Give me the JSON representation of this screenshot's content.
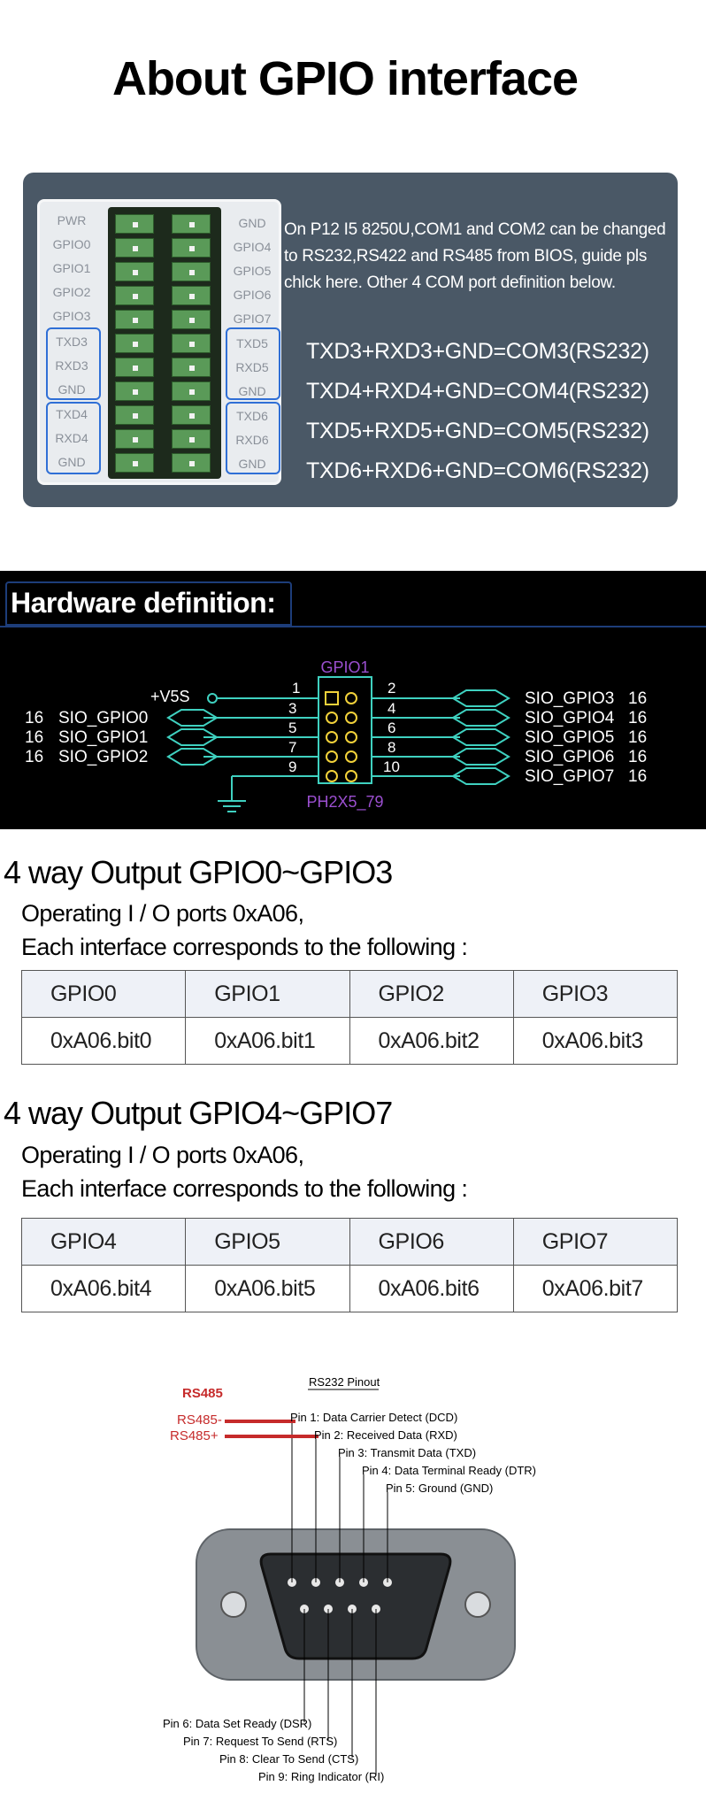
{
  "title": "About GPIO interface",
  "panel": {
    "left_labels": [
      "PWR",
      "GPIO0",
      "GPIO1",
      "GPIO2",
      "GPIO3",
      "TXD3",
      "RXD3",
      "GND",
      "TXD4",
      "RXD4",
      "GND"
    ],
    "right_labels": [
      "GND",
      "GPIO4",
      "GPIO5",
      "GPIO6",
      "GPIO7",
      "TXD5",
      "RXD5",
      "GND",
      "TXD6",
      "RXD6",
      "GND"
    ],
    "description": "On P12 I5 8250U,COM1 and COM2 can be changed to RS232,RS422 and RS485 from BIOS, guide pls chlck here. Other 4 COM port definition below.",
    "com_lines": [
      "TXD3+RXD3+GND=COM3(RS232)",
      "TXD4+RXD4+GND=COM4(RS232)",
      "TXD5+RXD5+GND=COM5(RS232)",
      "TXD6+RXD6+GND=COM6(RS232)"
    ]
  },
  "hardware": {
    "title": "Hardware definition:",
    "connector_top": "GPIO1",
    "connector_bottom": "PH2X5_79",
    "v5s": "+V5S",
    "left_pins": [
      "1",
      "3",
      "5",
      "7",
      "9"
    ],
    "right_pins": [
      "2",
      "4",
      "6",
      "8",
      "10"
    ],
    "left_signals": [
      {
        "num": "16",
        "name": "SIO_GPIO0"
      },
      {
        "num": "16",
        "name": "SIO_GPIO1"
      },
      {
        "num": "16",
        "name": "SIO_GPIO2"
      }
    ],
    "right_signals": [
      {
        "name": "SIO_GPIO3",
        "num": "16"
      },
      {
        "name": "SIO_GPIO4",
        "num": "16"
      },
      {
        "name": "SIO_GPIO5",
        "num": "16"
      },
      {
        "name": "SIO_GPIO6",
        "num": "16"
      },
      {
        "name": "SIO_GPIO7",
        "num": "16"
      }
    ],
    "accent_color": "#3fd1c0",
    "purple": "#9b4fd0"
  },
  "section1": {
    "heading": "4 way Output GPIO0~GPIO3",
    "line1": "Operating I / O ports 0xA06,",
    "line2": "Each interface corresponds to the following :",
    "headers": [
      "GPIO0",
      "GPIO1",
      "GPIO2",
      "GPIO3"
    ],
    "values": [
      "0xA06.bit0",
      "0xA06.bit1",
      "0xA06.bit2",
      "0xA06.bit3"
    ]
  },
  "section2": {
    "heading": "4 way Output GPIO4~GPIO7",
    "line1": "Operating I / O ports 0xA06,",
    "line2": "Each interface corresponds to the following :",
    "headers": [
      "GPIO4",
      "GPIO5",
      "GPIO6",
      "GPIO7"
    ],
    "values": [
      "0xA06.bit4",
      "0xA06.bit5",
      "0xA06.bit6",
      "0xA06.bit7"
    ]
  },
  "db9": {
    "rs485_title": "RS485",
    "rs485_minus": "RS485-",
    "rs485_plus": "RS485+",
    "pinout_title": "RS232 Pinout",
    "top_pins": [
      "Pin 1: Data Carrier Detect (DCD)",
      "Pin 2: Received Data (RXD)",
      "Pin 3: Transmit Data (TXD)",
      "Pin 4: Data Terminal Ready (DTR)",
      "Pin 5: Ground (GND)"
    ],
    "bottom_pins": [
      "Pin 6: Data Set Ready (DSR)",
      "Pin 7: Request To Send (RTS)",
      "Pin 8: Clear To Send (CTS)",
      "Pin 9: Ring Indicator (RI)"
    ],
    "rs485_color": "#c62b2b"
  }
}
